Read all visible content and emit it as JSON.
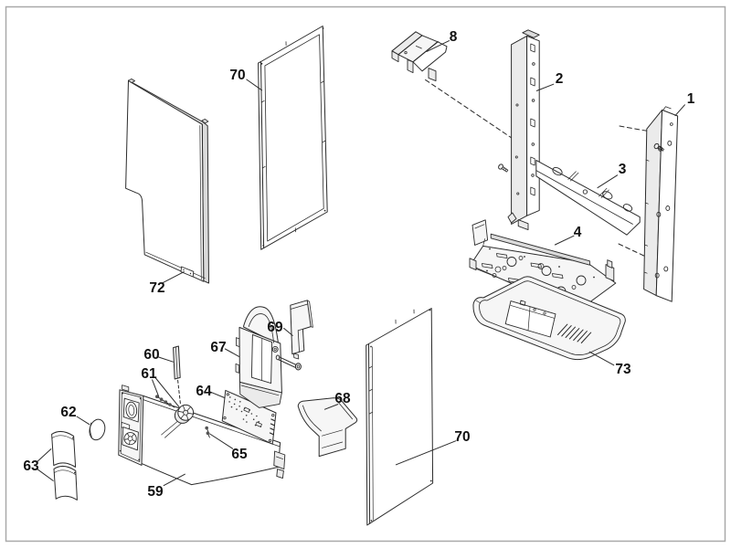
{
  "page": {
    "background": "#ffffff",
    "frame_border_color": "#a9a9a9"
  },
  "diagram": {
    "type": "exploded-parts-diagram",
    "line_color": "#2b2b2b",
    "label_color": "#111111",
    "labels": [
      {
        "part": "8"
      },
      {
        "part": "2"
      },
      {
        "part": "1"
      },
      {
        "part": "3"
      },
      {
        "part": "4"
      },
      {
        "part": "70"
      },
      {
        "part": "72"
      },
      {
        "part": "69"
      },
      {
        "part": "67"
      },
      {
        "part": "60"
      },
      {
        "part": "61"
      },
      {
        "part": "64"
      },
      {
        "part": "62"
      },
      {
        "part": "63"
      },
      {
        "part": "65"
      },
      {
        "part": "59"
      },
      {
        "part": "68"
      },
      {
        "part": "70"
      },
      {
        "part": "73"
      }
    ]
  }
}
